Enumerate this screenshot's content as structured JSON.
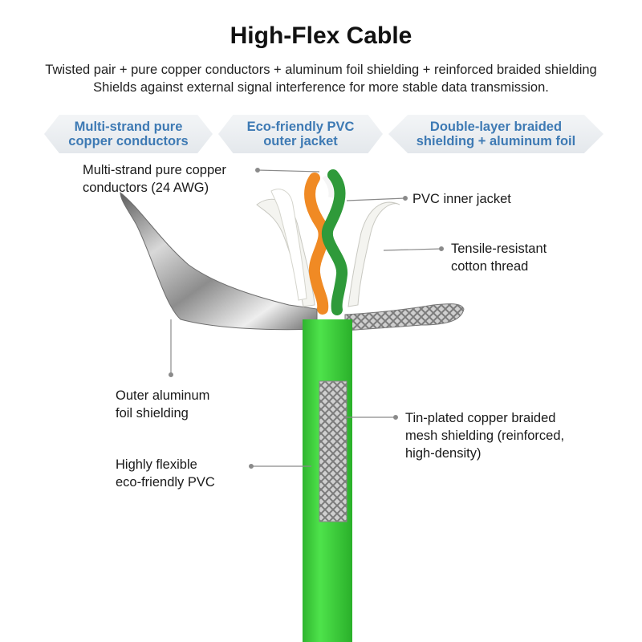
{
  "header": {
    "title": "High-Flex Cable",
    "subtitle_lines": [
      "Twisted pair + pure copper conductors + aluminum foil shielding + reinforced braided shielding",
      "Shields against external signal interference for more stable data transmission."
    ]
  },
  "badges": [
    {
      "lines": [
        "Multi-strand pure",
        "copper conductors"
      ]
    },
    {
      "lines": [
        "Eco-friendly PVC",
        "outer jacket"
      ]
    },
    {
      "lines": [
        "Double-layer braided",
        "shielding + aluminum foil"
      ]
    }
  ],
  "callouts": {
    "conductors": [
      "Multi-strand pure copper",
      "conductors (24 AWG)"
    ],
    "inner_jacket": [
      "PVC inner jacket"
    ],
    "cotton_thread": [
      "Tensile-resistant",
      "cotton thread"
    ],
    "aluminum_foil": [
      "Outer aluminum",
      "foil shielding"
    ],
    "braided_mesh": [
      "Tin-plated copper braided",
      "mesh shielding (reinforced,",
      "high-density)"
    ],
    "pvc_jacket": [
      "Highly flexible",
      "eco-friendly PVC"
    ]
  },
  "colors": {
    "badge_text": "#3e7ab4",
    "jacket_green": "#3bd63a",
    "wire_orange": "#f08a24",
    "wire_green": "#2f9a3a",
    "leader_line": "#8a8a8a"
  }
}
